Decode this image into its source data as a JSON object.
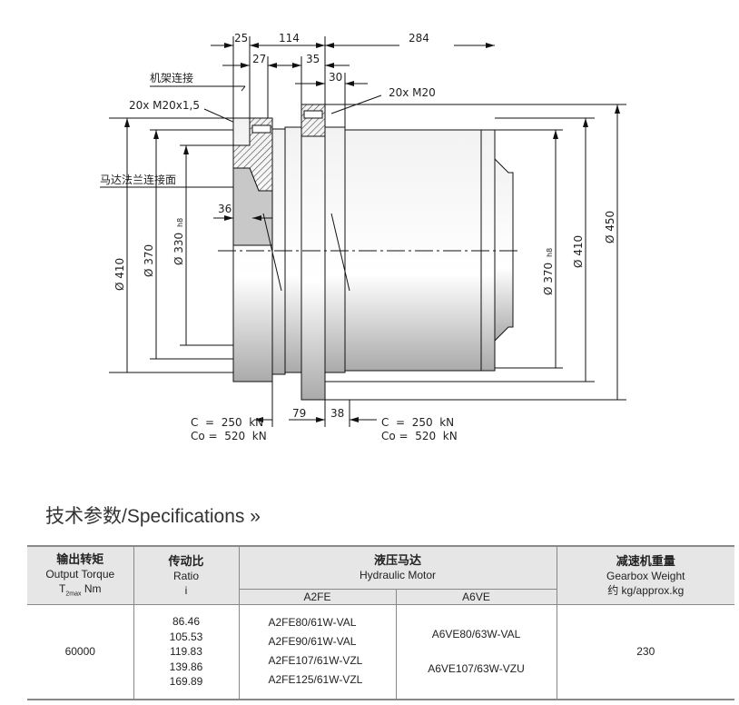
{
  "drawing": {
    "dims_top": [
      "25",
      "114",
      "284",
      "27",
      "35",
      "30"
    ],
    "labels": {
      "frame": "机架连接",
      "motor_flange": "马达法兰连接面",
      "thread_left": "20x  M20x1,5",
      "thread_right": "20x  M20",
      "d36": "36"
    },
    "dia_left": [
      "Ø 410",
      "Ø 370",
      "Ø 330"
    ],
    "dia_left_tol": "h8",
    "dia_right": [
      "Ø 370",
      "Ø 410",
      "Ø 450"
    ],
    "dia_right_tol": "h8",
    "bottom_dims": [
      "79",
      "38"
    ],
    "loads_left": [
      "C  =  250  kN",
      "Co =  520  kN"
    ],
    "loads_right": [
      "C  =  250  kN",
      "Co =  520  kN"
    ]
  },
  "section": {
    "title": "技术参数/Specifications »"
  },
  "table": {
    "h_torque_zh": "输出转矩",
    "h_torque_en": "Output Torque",
    "h_torque_sym": "T",
    "h_torque_sub": "2max",
    "h_torque_unit": " Nm",
    "h_ratio_zh": "传动比",
    "h_ratio_en": "Ratio",
    "h_ratio_sym": "i",
    "h_motor_zh": "液压马达",
    "h_motor_en": "Hydraulic Motor",
    "h_a2fe": "A2FE",
    "h_a6ve": "A6VE",
    "h_weight_zh": "减速机重量",
    "h_weight_en": "Gearbox Weight",
    "h_weight_unit": "约 kg/approx.kg",
    "torque": "60000",
    "ratios": [
      "86.46",
      "105.53",
      "119.83",
      "139.86",
      "169.89"
    ],
    "a2fe": [
      "A2FE80/61W-VAL",
      "A2FE90/61W-VAL",
      "A2FE107/61W-VZL",
      "A2FE125/61W-VZL"
    ],
    "a6ve": [
      "A6VE80/63W-VAL",
      "A6VE107/63W-VZU"
    ],
    "weight": "230"
  }
}
